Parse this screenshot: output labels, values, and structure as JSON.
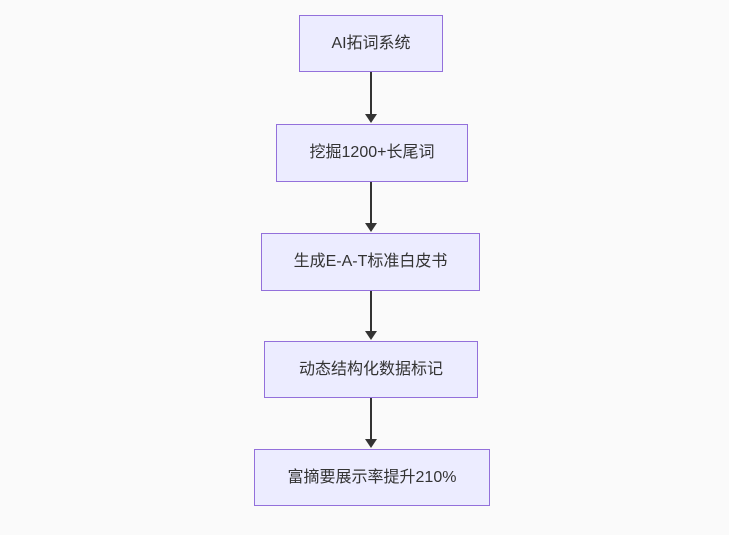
{
  "diagram": {
    "type": "flowchart",
    "direction": "top-down",
    "nodes": [
      {
        "label": "AI拓词系统"
      },
      {
        "label": "挖掘1200+长尾词"
      },
      {
        "label": "生成E-A-T标准白皮书"
      },
      {
        "label": "动态结构化数据标记"
      },
      {
        "label": "富摘要展示率提升210%"
      }
    ],
    "edges": [
      {
        "from": 0,
        "to": 1
      },
      {
        "from": 1,
        "to": 2
      },
      {
        "from": 2,
        "to": 3
      },
      {
        "from": 3,
        "to": 4
      }
    ],
    "colors": {
      "node_fill": "#ECECFF",
      "node_border": "#9370DB",
      "arrow": "#333333",
      "text": "#333333",
      "background": "#FAFAFA"
    }
  }
}
